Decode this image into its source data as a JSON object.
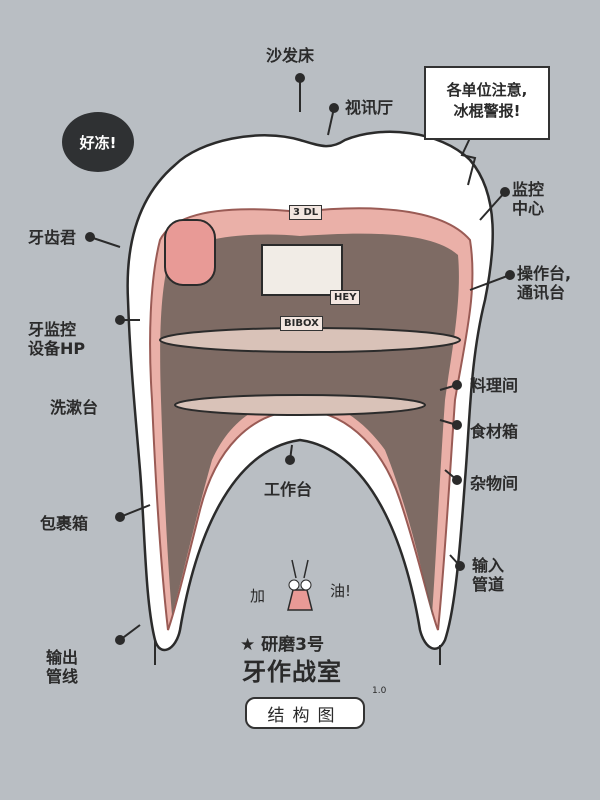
{
  "labels": {
    "sofa_bed": "沙发床",
    "video_hall": "视讯厅",
    "monitor_center": [
      "监控",
      "中心"
    ],
    "tooth_kun": "牙齿君",
    "console": [
      "操作台,",
      "通讯台"
    ],
    "tooth_monitor": [
      "牙监控",
      "设备HP"
    ],
    "washstand": "洗漱台",
    "kitchen": "料理间",
    "food_box": "食材箱",
    "storeroom": "杂物间",
    "workbench": "工作台",
    "parcel_box": "包裹箱",
    "input_pipe": [
      "输入",
      "管道"
    ],
    "output_pipe": [
      "输出",
      "管线"
    ]
  },
  "speech": {
    "alert": [
      "各单位注意,",
      "冰棍警报!"
    ],
    "cold": "好冻!",
    "cheer_left": "加",
    "cheer_right": "油!"
  },
  "title": {
    "line1": "★ 研磨3号",
    "line2": "牙作战室",
    "version": "1.0",
    "caption": "结构图"
  },
  "tags": {
    "floor": "3 DL",
    "bibox": "BIBOX",
    "hey": "HEY"
  },
  "colors": {
    "background": "#b9bec3",
    "enamel": "#ffffff",
    "pulp": "#eab0a8",
    "machinery": "#6b5f58",
    "ink": "#2b2b2b"
  }
}
